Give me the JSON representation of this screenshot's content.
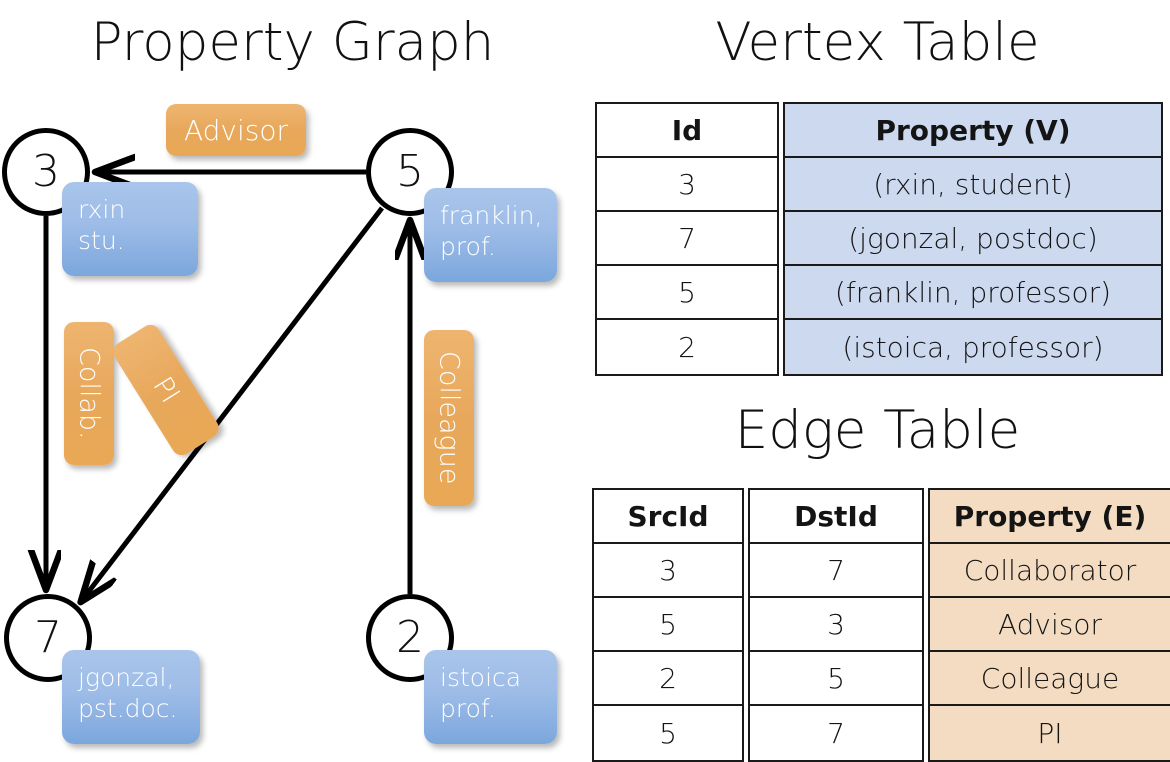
{
  "titles": {
    "property_graph": "Property Graph",
    "vertex_table": "Vertex Table",
    "edge_table": "Edge Table"
  },
  "graph": {
    "nodes": [
      {
        "id": "3",
        "property": "rxin\nstu."
      },
      {
        "id": "5",
        "property": "franklin,\nprof."
      },
      {
        "id": "7",
        "property": "jgonzal,\npst.doc."
      },
      {
        "id": "2",
        "property": "istoica\nprof."
      }
    ],
    "edge_labels": [
      {
        "name": "advisor",
        "text": "Advisor"
      },
      {
        "name": "collab",
        "text": "Collab."
      },
      {
        "name": "pi",
        "text": "PI"
      },
      {
        "name": "colleague",
        "text": "Colleague"
      }
    ]
  },
  "vertex_table": {
    "headers": [
      "Id",
      "Property (V)"
    ],
    "rows": [
      [
        "3",
        "(rxin, student)"
      ],
      [
        "7",
        "(jgonzal, postdoc)"
      ],
      [
        "5",
        "(franklin, professor)"
      ],
      [
        "2",
        "(istoica, professor)"
      ]
    ]
  },
  "edge_table": {
    "headers": [
      "SrcId",
      "DstId",
      "Property (E)"
    ],
    "rows": [
      [
        "3",
        "7",
        "Collaborator"
      ],
      [
        "5",
        "3",
        "Advisor"
      ],
      [
        "2",
        "5",
        "Colleague"
      ],
      [
        "5",
        "7",
        "PI"
      ]
    ]
  },
  "colors": {
    "vertex_property_fill": "#ccd9ef",
    "edge_property_fill": "#f4dcc2",
    "node_box_blue": "#9dbce7",
    "edge_label_orange": "#e8a85c",
    "border": "#1a1a1a",
    "background": "#ffffff"
  }
}
